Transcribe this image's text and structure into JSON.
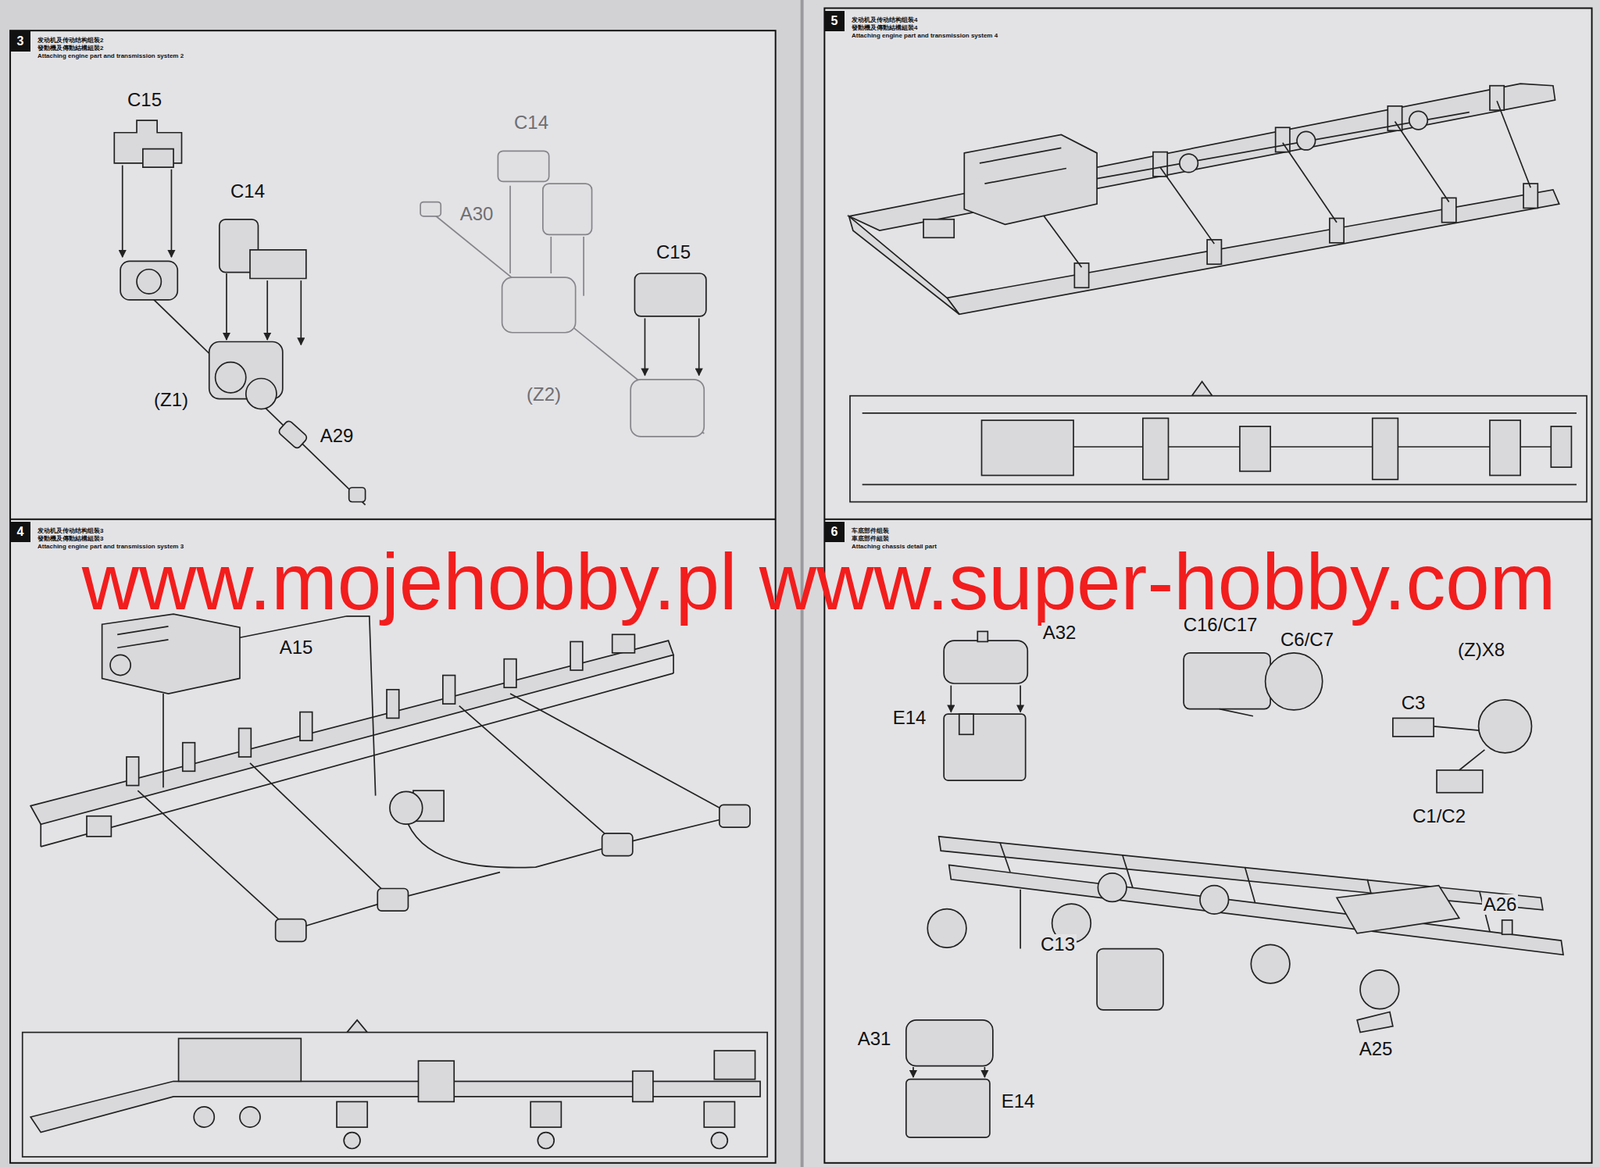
{
  "diagram": {
    "nodes": [
      {
        "text": [
          "3"
        ]
      },
      {
        "text": [
          "5"
        ]
      },
      {
        "text": [
          "4"
        ]
      },
      {
        "text": [
          "6"
        ]
      }
    ],
    "labels": [
      "发动机及传动结构组装2",
      "發動機及傳動結構組裝2",
      "Attaching engine part and transmission system 2",
      "C15",
      "C14",
      "C14",
      "A30",
      "C15",
      "(Z1)",
      "(Z2)",
      "A29",
      "发动机及传动结构组装4",
      "發動機及傳動結構組裝4",
      "Attaching engine part and transmission system 4",
      "www.mojehobby.pl www.super-hobby.com",
      "发动机及传动结构组装3",
      "發動機及傳動結構組裝3",
      "Attaching engine part and transmission system 3",
      "A15",
      "车底部件组装",
      "車底部件組裝",
      "Attaching chassis detail part",
      "A32",
      "C16/C17",
      "C6/C7",
      "(Z)X8",
      "E14",
      "C3",
      "C1/C2",
      "C13",
      "A26",
      "A31",
      "E14",
      "A25"
    ]
  }
}
